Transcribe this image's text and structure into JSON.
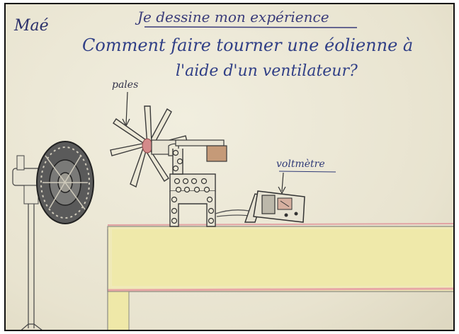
{
  "drawing": {
    "student_name": "Maé",
    "title": "Je dessine mon expérience",
    "question_line1": "Comment faire tourner une éolienne à",
    "question_line2": "l'aide d'un ventilateur?",
    "label_blades": "pales",
    "label_voltmeter": "voltmètre"
  },
  "colors": {
    "paper": "#ece8d6",
    "ink_blue": "#303f86",
    "pencil_gray": "#3a3a3a",
    "table_yellow": "#ece7a8",
    "table_pink": "#e9a7a6",
    "hub_pink": "#d48a8a",
    "box_brown": "#c59a78"
  },
  "icons": [
    "fan-icon",
    "wind-turbine-icon",
    "voltmeter-icon",
    "table-icon"
  ]
}
